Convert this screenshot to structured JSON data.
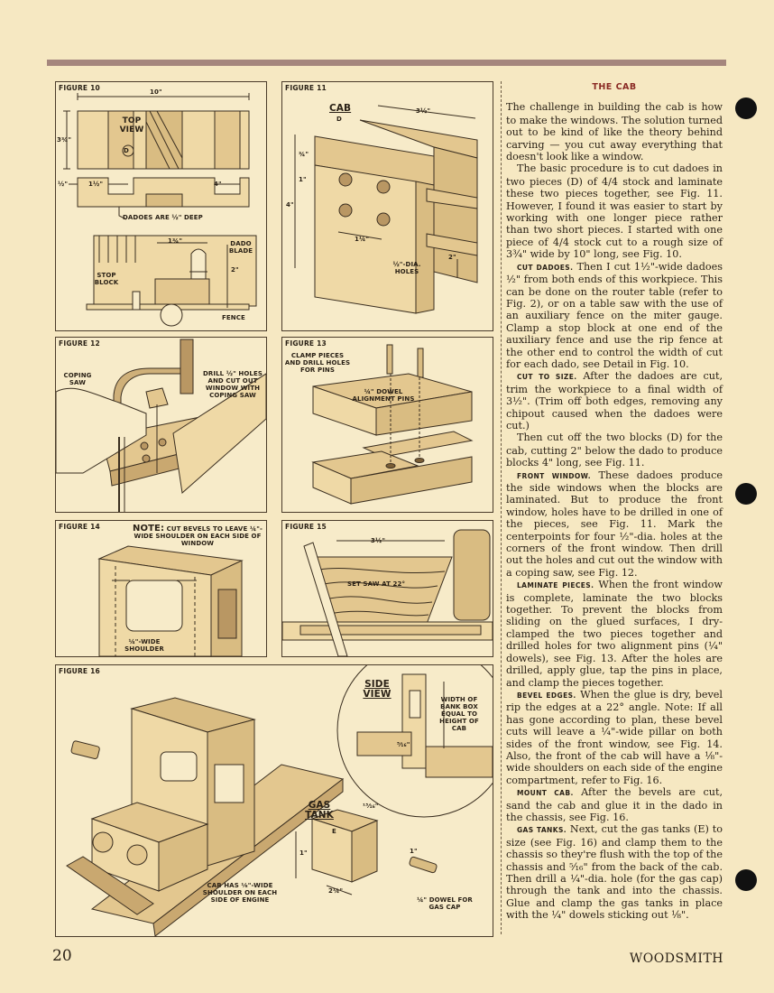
{
  "page": {
    "number": "20",
    "magazine": "WOODSMITH"
  },
  "figures": {
    "f10": {
      "label": "FIGURE 10",
      "dim_width": "10\"",
      "dim_height": "3¾\"",
      "top_view": "TOP VIEW",
      "part": "D",
      "dim_dado": "1½\"",
      "dim_half": "½\"",
      "dim_4": "4\"",
      "dadoes_note": "DADOES ARE ½\" DEEP",
      "stop_block": "STOP BLOCK",
      "dado_blade": "DADO BLADE",
      "dim_1_3_4": "1¾\"",
      "dim_2": "2\"",
      "fence": "FENCE"
    },
    "f11": {
      "label": "FIGURE 11",
      "cab": "CAB",
      "part": "D",
      "dim_3_half": "3½\"",
      "dim_3_4": "¾\"",
      "dim_1": "1\"",
      "dim_4": "4\"",
      "dim_1_quarter": "1¼\"",
      "holes": "½\"-DIA. HOLES",
      "dim_2": "2\""
    },
    "f12": {
      "label": "FIGURE 12",
      "coping_saw": "COPING SAW",
      "drill_note": "DRILL ½\" HOLES AND CUT OUT WINDOW WITH COPING SAW"
    },
    "f13": {
      "label": "FIGURE 13",
      "clamp_note": "CLAMP PIECES AND DRILL HOLES FOR PINS",
      "dowel_note": "¼\" DOWEL ALIGNMENT PINS"
    },
    "f14": {
      "label": "FIGURE 14",
      "note_head": "NOTE:",
      "note_body": "CUT BEVELS TO LEAVE ¼\"-WIDE SHOULDER ON EACH SIDE OF WINDOW",
      "shoulder": "¼\"-WIDE SHOULDER"
    },
    "f15": {
      "label": "FIGURE 15",
      "dim": "3½\"",
      "set_saw": "SET SAW AT 22°"
    },
    "f16": {
      "label": "FIGURE 16",
      "side_view": "SIDE VIEW",
      "width_note": "WIDTH OF BANK BOX EQUAL TO HEIGHT OF CAB",
      "dim_5_16": "⁵⁄₁₆\"",
      "gas_tank": "GAS TANK",
      "part": "E",
      "dim_13_16": "¹³⁄₁₆\"",
      "dim_1": "1\"",
      "dim_1b": "1\"",
      "dim_2_quarter": "2¼\"",
      "cab_note": "CAB HAS ⅛\"-WIDE SHOULDER ON EACH SIDE OF ENGINE",
      "dowel_note": "¼\" DOWEL FOR GAS CAP"
    }
  },
  "article": {
    "heading": "THE CAB",
    "paragraphs": [
      {
        "runin": "",
        "text": "The challenge in building the cab is how to make the windows. The solution turned out to be kind of like the theory behind carving — you cut away everything that doesn't look like a window."
      },
      {
        "runin": "",
        "text": "The basic procedure is to cut dadoes in two pieces (D) of 4/4 stock and laminate these two pieces together, see Fig. 11. However, I found it was easier to start by working with one longer piece rather than two short pieces. I started with one piece of 4/4 stock cut to a rough size of 3¾\" wide by 10\" long, see Fig. 10."
      },
      {
        "runin": "CUT DADOES.",
        "text": " Then I cut 1½\"-wide dadoes ½\" from both ends of this workpiece. This can be done on the router table (refer to Fig. 2), or on a table saw with the use of an auxiliary fence on the miter gauge. Clamp a stop block at one end of the auxiliary fence and use the rip fence at the other end to control the width of cut for each dado, see Detail in Fig. 10."
      },
      {
        "runin": "CUT TO SIZE.",
        "text": " After the dadoes are cut, trim the workpiece to a final width of 3½\". (Trim off both edges, removing any chipout caused when the dadoes were cut.)"
      },
      {
        "runin": "",
        "text": "Then cut off the two blocks (D) for the cab, cutting 2\" below the dado to produce blocks 4\" long, see Fig. 11."
      },
      {
        "runin": "FRONT WINDOW.",
        "text": " These dadoes produce the side windows when the blocks are laminated. But to produce the front window, holes have to be drilled in one of the pieces, see Fig. 11. Mark the centerpoints for four ½\"-dia. holes at the corners of the front window. Then drill out the holes and cut out the window with a coping saw, see Fig. 12."
      },
      {
        "runin": "LAMINATE PIECES.",
        "text": " When the front window is complete, laminate the two blocks together. To prevent the blocks from sliding on the glued surfaces, I dry-clamped the two pieces together and drilled holes for two alignment pins (¼\" dowels), see Fig. 13. After the holes are drilled, apply glue, tap the pins in place, and clamp the pieces together."
      },
      {
        "runin": "BEVEL EDGES.",
        "text": " When the glue is dry, bevel rip the edges at a 22° angle. Note: If all has gone according to plan, these bevel cuts will leave a ¼\"-wide pillar on both sides of the front window, see Fig. 14. Also, the front of the cab will have a ⅛\"-wide shoulders on each side of the engine compartment, refer to Fig. 16."
      },
      {
        "runin": "MOUNT CAB.",
        "text": " After the bevels are cut, sand the cab and glue it in the dado in the chassis, see Fig. 16."
      },
      {
        "runin": "GAS TANKS.",
        "text": " Next, cut the gas tanks (E) to size (see Fig. 16) and clamp them to the chassis so they're flush with the top of the chassis and ⁵⁄₁₆\" from the back of the cab. Then drill a ¼\"-dia. hole (for the gas cap) through the tank and into the chassis. Glue and clamp the gas tanks in place with the ¼\" dowels sticking out ⅛\"."
      }
    ]
  }
}
